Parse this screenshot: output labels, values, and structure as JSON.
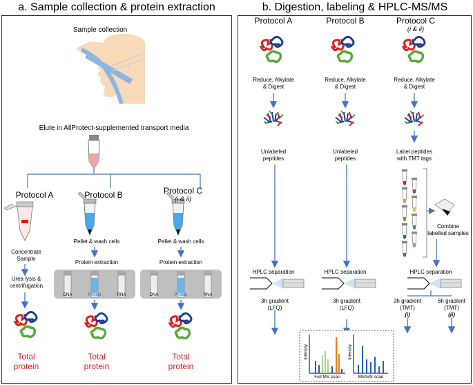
{
  "panel_a": {
    "title": "a. Sample collection & protein extraction",
    "sample_collection": "Sample collection",
    "elute": "Elute in AllProtect-supplemented transport media",
    "protocol_a": "Protocol A",
    "protocol_b": "Protocol B",
    "protocol_c": "Protocol C",
    "protocol_c_sub": "(i & ii)",
    "concentrate_1": "Concentrate",
    "concentrate_2": "Sample",
    "urea_1": "Urea lysis &",
    "urea_2": "centrifugation",
    "pellet_b": "Pellet & wash cells",
    "pellet_c": "Pellet & wash cells",
    "extraction_b": "Protein extraction",
    "extraction_c": "Protein extraction",
    "dna": "DNA",
    "protein": "Protein",
    "rna": "RNA",
    "total_1": "Total",
    "total_2": "protein"
  },
  "panel_b": {
    "title": "b. Digestion, labeling & HPLC-MS/MS",
    "protocol_a": "Protocol A",
    "protocol_b": "Protocol B",
    "protocol_c": "Protocol C",
    "protocol_c_sub": "(i & ii)",
    "reduce_1": "Reduce, Alkylate",
    "reduce_2": "&  Digest",
    "unlabeled_1": "Unlabeled",
    "unlabeled_2": "peptides",
    "label_1": "Label peptides",
    "label_2": "with TMT tags",
    "combine_1": "Combine",
    "combine_2": "labelled samples",
    "hplc": "HPLC separation",
    "gradient_3h": "3h gradient",
    "gradient_6h": "6h gradient",
    "lfq": "(LFQ)",
    "tmt": "(TMT)",
    "i": "(i)",
    "ii": "(ii)",
    "intensity": "Intensity",
    "full_ms": "Full MS scan",
    "msms": "MS/MS scan"
  },
  "colors": {
    "arrow": "#4472c4",
    "total_protein": "#e21d1d",
    "face": "#f8d9b8",
    "airway": "#8fb4e0",
    "tube_fluid": "#e8a8a8",
    "extraction_box": "#bfbfbf"
  }
}
